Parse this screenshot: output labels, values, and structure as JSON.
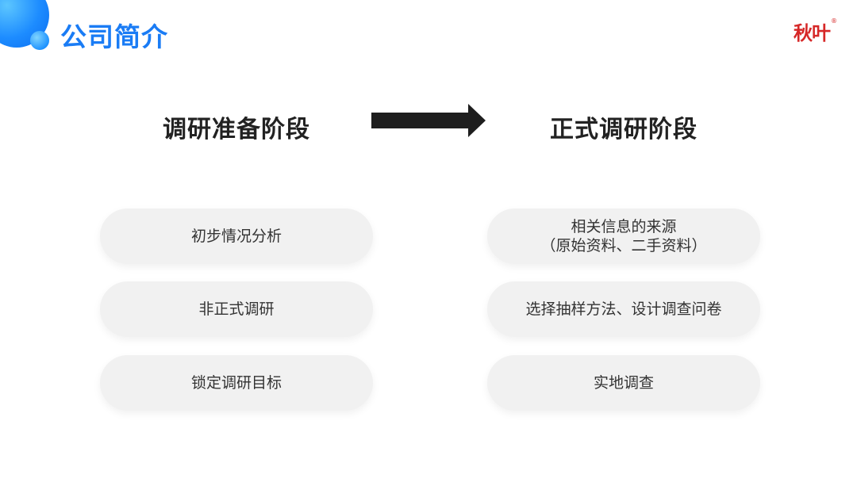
{
  "header": {
    "title": "公司简介",
    "logo_text": "秋叶",
    "logo_mark": "®"
  },
  "stages": {
    "left": {
      "title": "调研准备阶段",
      "items": [
        "初步情况分析",
        "非正式调研",
        "锁定调研目标"
      ]
    },
    "right": {
      "title": "正式调研阶段",
      "items": [
        {
          "line1": "相关信息的来源",
          "line2": "（原始资料、二手资料）"
        },
        {
          "line1": "选择抽样方法、设计调查问卷"
        },
        {
          "line1": "实地调查"
        }
      ]
    }
  },
  "colors": {
    "title_blue": "#1a7cf5",
    "logo_red": "#d62828",
    "pill_bg": "#f1f1f1",
    "heading_text": "#222222",
    "arrow": "#1e1e1e"
  }
}
